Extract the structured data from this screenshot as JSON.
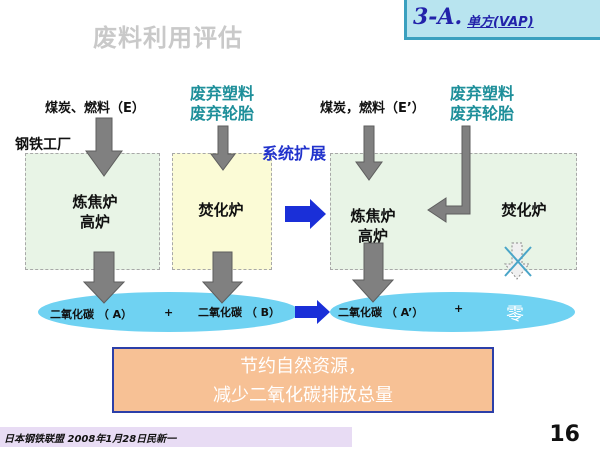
{
  "header": {
    "title": "废料利用评估",
    "badge_main": "3-A.",
    "badge_sub": "单方(VAP)"
  },
  "left": {
    "fuel_label": "煤炭、燃料（E）",
    "plant_label": "钢铁工厂",
    "furnace_line1": "炼焦炉",
    "furnace_line2": "高炉",
    "waste_line1": "废弃塑料",
    "waste_line2": "废弃轮胎",
    "incinerator_label": "焚化炉"
  },
  "middle": {
    "expansion_label": "系统扩展"
  },
  "right": {
    "fuel_label": "煤炭，燃料（E’）",
    "waste_line1": "废弃塑料",
    "waste_line2": "废弃轮胎",
    "furnace_line1": "炼焦炉",
    "furnace_line2": "高炉",
    "incinerator_label": "焚化炉"
  },
  "emissions": {
    "left_co2_a": "二氧化碳 （ A）",
    "plus_1": "+",
    "left_co2_b": "二氧化碳 （ B）",
    "right_co2_a": "二氧化碳 （ A’）",
    "plus_2": "+",
    "zero_label": "零"
  },
  "result": {
    "line1": "节约自然资源，",
    "line2": "减少二氧化碳排放总量"
  },
  "footer": {
    "org_text": "日本钢铁联盟 2008年1月28日民新一",
    "page_number": "16"
  },
  "colors": {
    "title_gray": "#c9c9c9",
    "teal_text": "#1e8f9a",
    "blue_text": "#2233cc",
    "ellipse": "#6fd2f2",
    "arrow_gray": "#808080",
    "arrow_blue": "#1a2fd8",
    "result_fill": "#f7c195",
    "result_border": "#2c3fa8"
  }
}
